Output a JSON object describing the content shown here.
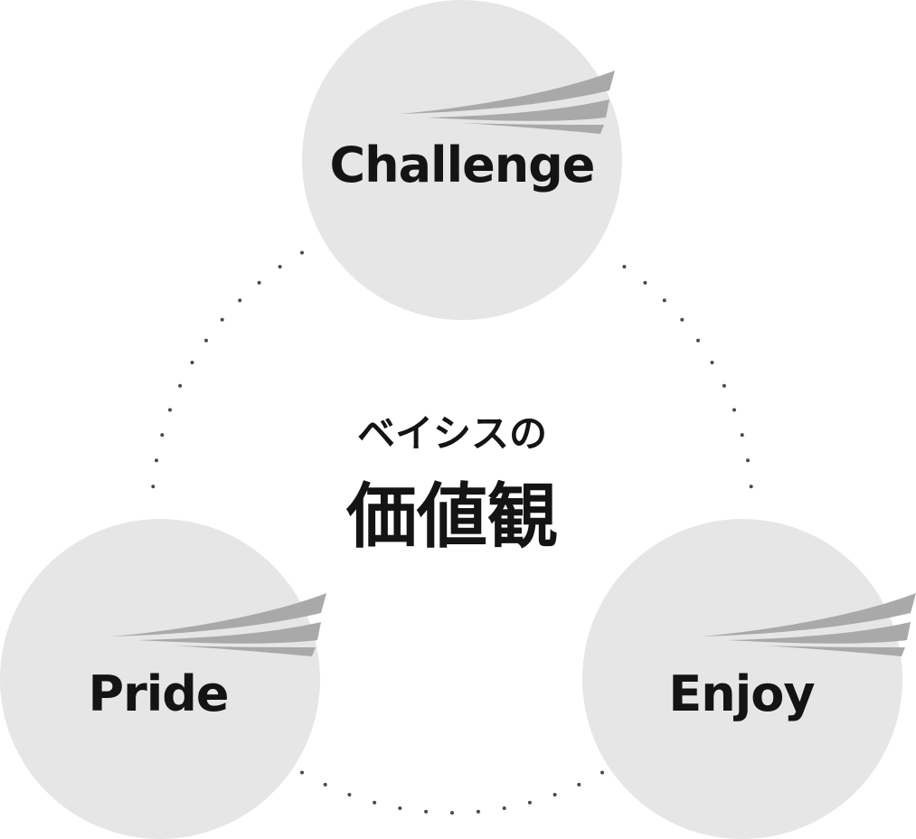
{
  "diagram": {
    "center": {
      "subtitle": "ベイシスの",
      "title": "価値観"
    },
    "values": [
      {
        "label": "Challenge"
      },
      {
        "label": "Pride"
      },
      {
        "label": "Enjoy"
      }
    ]
  },
  "colors": {
    "circle_fill": "#e6e6e6",
    "swoosh_fill": "#a9a9a9",
    "dot_color": "#4a4a4a",
    "text_color": "#141414",
    "background": "#ffffff"
  }
}
